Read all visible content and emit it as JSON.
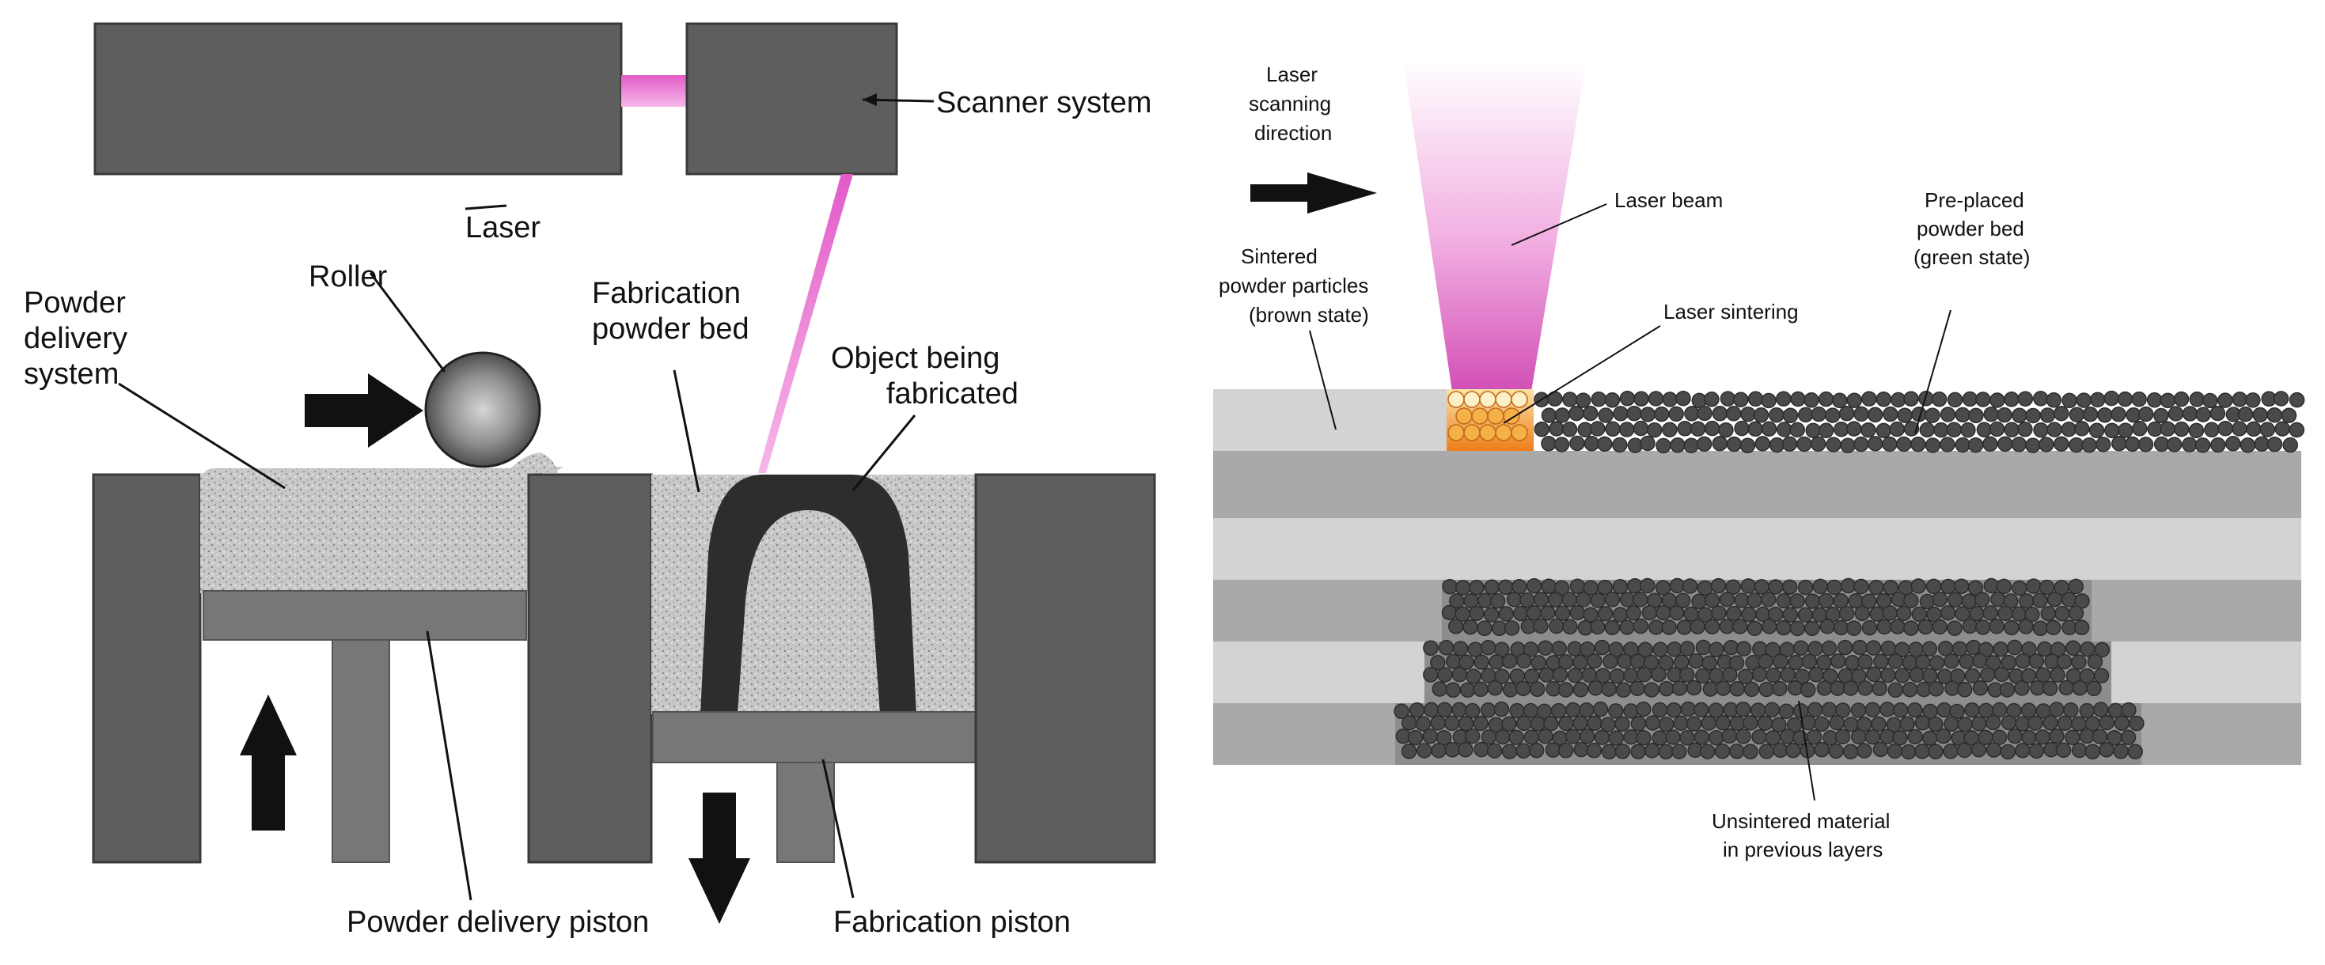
{
  "left_diagram": {
    "laser": "Laser",
    "scanner_system": "Scanner system",
    "roller": "Roller",
    "powder_delivery_system": [
      "Powder",
      "delivery",
      "system"
    ],
    "fabrication_powder_bed": [
      "Fabrication",
      "powder bed"
    ],
    "object_being_fabricated": [
      "Object being",
      "fabricated"
    ],
    "powder_delivery_piston": "Powder delivery piston",
    "fabrication_piston": "Fabrication piston"
  },
  "right_diagram": {
    "laser_scanning_direction": [
      "Laser",
      "scanning",
      "direction"
    ],
    "laser_beam": "Laser beam",
    "pre_placed_powder_bed": [
      "Pre-placed",
      "powder bed",
      "(green state)"
    ],
    "sintered_powder_particles": [
      "Sintered",
      "powder particles",
      "(brown state)"
    ],
    "laser_sintering": "Laser sintering",
    "unsintered_material": [
      "Unsintered material",
      "in previous layers"
    ]
  },
  "colors": {
    "dark_gray": "#5e5e5e",
    "piston_gray": "#777777",
    "powder": "#c6c6c6",
    "object_black": "#2d2d2d",
    "laser_pink": "#e85ad0",
    "layer_dark": "#a9a9a9",
    "layer_light": "#d3d3d3",
    "particle": "#4a4a4a",
    "sinter_orange": "#f08a24"
  }
}
